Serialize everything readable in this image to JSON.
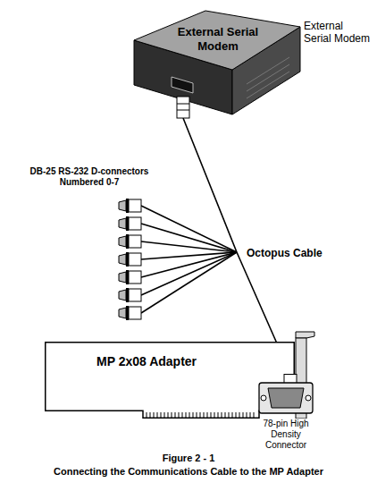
{
  "diagram": {
    "caption": "Connecting the Communications Cable to the MP Adapter",
    "nodes": [
      {
        "text": [
          "External Serial Modem"
        ]
      },
      {
        "text": [
          "MP 2x08 Adapter"
        ]
      },
      {
        "text": [
          "78-pin High Density Connector"
        ]
      }
    ],
    "edges": [
      {
        "from": 2,
        "to": 0,
        "arrow": "none"
      }
    ],
    "labels": [
      "External Serial Modem",
      "DB-25 RS-232 D-connectors Numbered 0-7",
      "Octopus Cable",
      "Figure 2 - 1"
    ]
  }
}
